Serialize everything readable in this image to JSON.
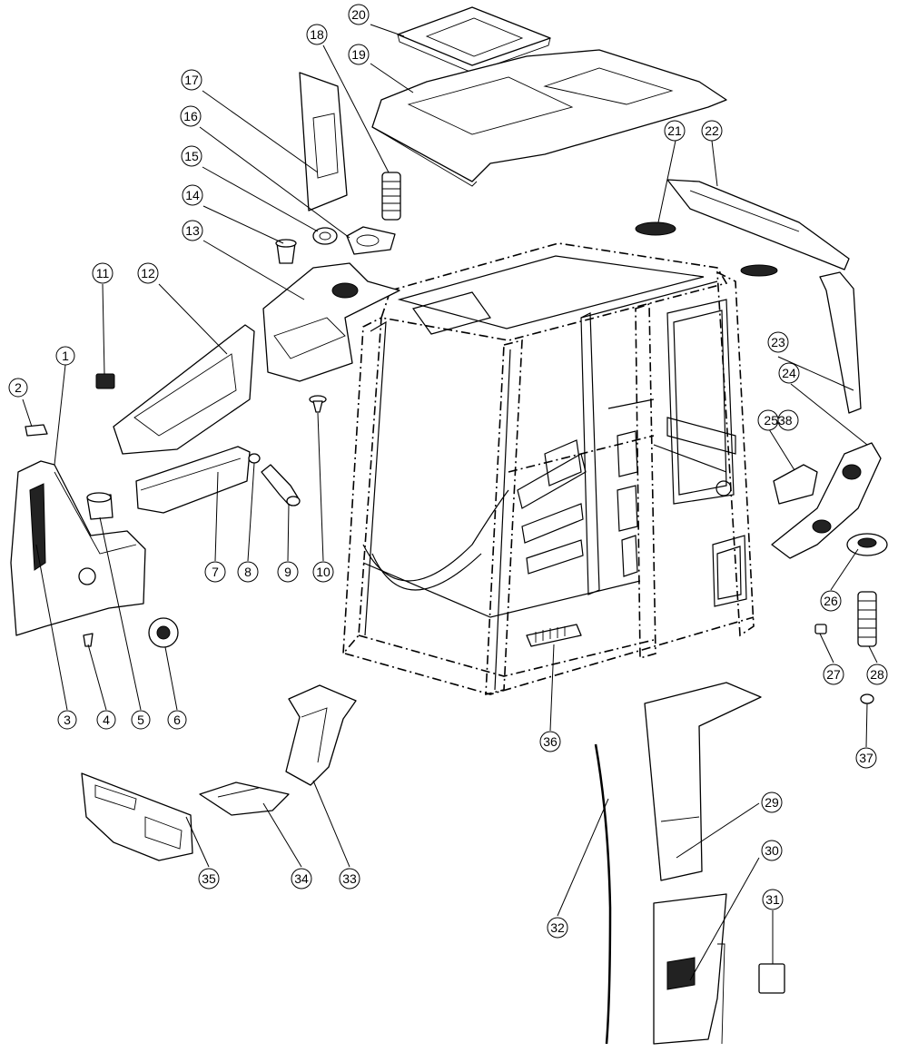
{
  "callouts": [
    {
      "id": "1",
      "label": "1"
    },
    {
      "id": "2",
      "label": "2"
    },
    {
      "id": "3",
      "label": "3"
    },
    {
      "id": "4",
      "label": "4"
    },
    {
      "id": "5",
      "label": "5"
    },
    {
      "id": "6",
      "label": "6"
    },
    {
      "id": "7",
      "label": "7"
    },
    {
      "id": "8",
      "label": "8"
    },
    {
      "id": "9",
      "label": "9"
    },
    {
      "id": "10",
      "label": "10"
    },
    {
      "id": "11",
      "label": "11"
    },
    {
      "id": "12",
      "label": "12"
    },
    {
      "id": "13",
      "label": "13"
    },
    {
      "id": "14",
      "label": "14"
    },
    {
      "id": "15",
      "label": "15"
    },
    {
      "id": "16",
      "label": "16"
    },
    {
      "id": "17",
      "label": "17"
    },
    {
      "id": "18",
      "label": "18"
    },
    {
      "id": "19",
      "label": "19"
    },
    {
      "id": "20",
      "label": "20"
    },
    {
      "id": "21",
      "label": "21"
    },
    {
      "id": "22",
      "label": "22"
    },
    {
      "id": "23",
      "label": "23"
    },
    {
      "id": "24",
      "label": "24"
    },
    {
      "id": "2538",
      "label": "2538"
    },
    {
      "id": "26",
      "label": "26"
    },
    {
      "id": "27",
      "label": "27"
    },
    {
      "id": "28",
      "label": "28"
    },
    {
      "id": "29",
      "label": "29"
    },
    {
      "id": "30",
      "label": "30"
    },
    {
      "id": "31",
      "label": "31"
    },
    {
      "id": "32",
      "label": "32"
    },
    {
      "id": "33",
      "label": "33"
    },
    {
      "id": "34",
      "label": "34"
    },
    {
      "id": "35",
      "label": "35"
    },
    {
      "id": "36",
      "label": "36"
    },
    {
      "id": "37",
      "label": "37"
    }
  ]
}
